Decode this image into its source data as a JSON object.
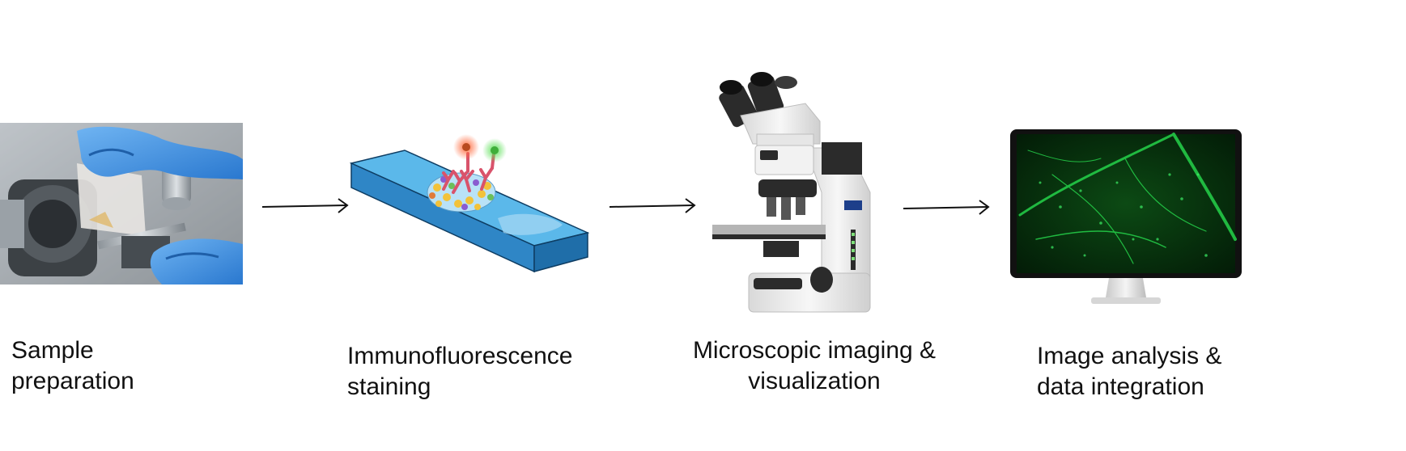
{
  "steps": [
    {
      "line1": "Sample",
      "line2": "preparation"
    },
    {
      "line1": "Immunofluorescence",
      "line2": "staining"
    },
    {
      "line1": "Microscopic imaging &",
      "line2": "visualization"
    },
    {
      "line1": "Image analysis &",
      "line2": "data integration"
    }
  ],
  "colors": {
    "glove": "#3a8fe0",
    "slide_top": "#5bb8ea",
    "slide_side": "#2f86c6",
    "antibody": "#d9536b",
    "antigen": "#f2c23a",
    "microscope_body": "#f2f2f2",
    "microscope_dark": "#2b2b2b",
    "microscope_accent": "#1d3f8a",
    "fluorescence": "#1fc84a",
    "arrow": "#111111"
  },
  "icons": [
    "gloved-hands-microtome-photo",
    "stained-glass-slide-icon",
    "microscope-icon",
    "monitor-fluorescence-icon",
    "arrow-right-icon"
  ]
}
